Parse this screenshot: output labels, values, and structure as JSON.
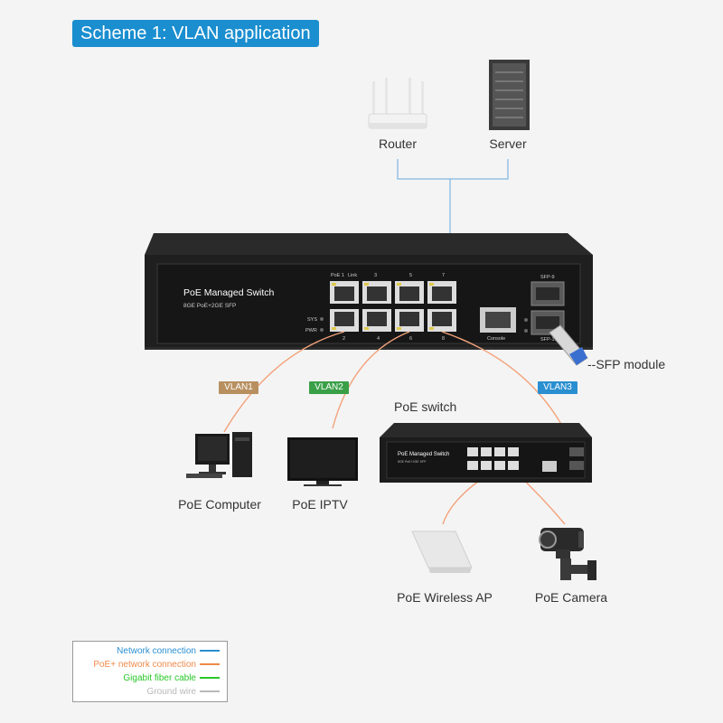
{
  "title": "Scheme 1: VLAN application",
  "devices": {
    "router": "Router",
    "server": "Server",
    "main_switch_name": "PoE Managed Switch",
    "main_switch_sub": "8GE PoE+2GE SFP",
    "small_switch_name": "PoE Managed Switch",
    "small_switch_sub": "8GE PoE+2GE SFP",
    "poe_switch_label": "PoE switch",
    "sfp_module": "--SFP module",
    "computer": "PoE Computer",
    "iptv": "PoE IPTV",
    "wireless_ap": "PoE Wireless AP",
    "camera": "PoE Camera"
  },
  "switch_panel": {
    "port_top_1": "PoE  1",
    "port_top_link": "Link",
    "port_top_3": "3",
    "port_top_5": "5",
    "port_top_7": "7",
    "port_bot_2": "2",
    "port_bot_4": "4",
    "port_bot_6": "6",
    "port_bot_8": "8",
    "sys": "SYS",
    "pwr": "PWR",
    "console": "Console",
    "sfp9": "SFP-9",
    "sfp10": "SFP-10"
  },
  "vlans": [
    {
      "label": "VLAN1",
      "color": "#b89060"
    },
    {
      "label": "VLAN2",
      "color": "#3aa048"
    },
    {
      "label": "VLAN3",
      "color": "#2a8fd0"
    }
  ],
  "legend": [
    {
      "label": "Network connection",
      "color": "#2a8fd0"
    },
    {
      "label": "PoE+ network connection",
      "color": "#ef8a4a"
    },
    {
      "label": "Gigabit fiber cable",
      "color": "#28c828"
    },
    {
      "label": "Ground wire",
      "color": "#b8b8b8"
    }
  ]
}
